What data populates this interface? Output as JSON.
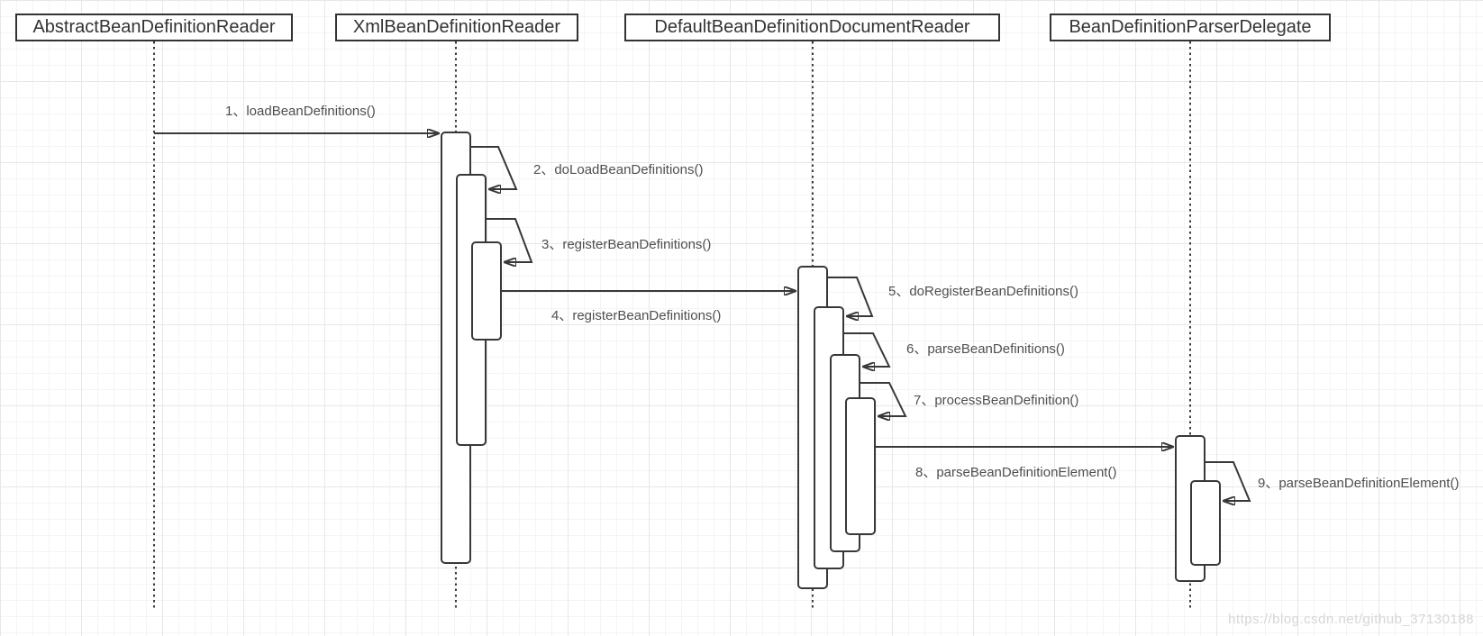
{
  "diagram": {
    "type": "uml-sequence",
    "actors": [
      {
        "label": "AbstractBeanDefinitionReader"
      },
      {
        "label": "XmlBeanDefinitionReader"
      },
      {
        "label": "DefaultBeanDefinitionDocumentReader"
      },
      {
        "label": "BeanDefinitionParserDelegate"
      }
    ],
    "messages": [
      {
        "label": "1、loadBeanDefinitions()",
        "from": "AbstractBeanDefinitionReader",
        "to": "XmlBeanDefinitionReader",
        "kind": "call"
      },
      {
        "label": "2、doLoadBeanDefinitions()",
        "from": "XmlBeanDefinitionReader",
        "to": "XmlBeanDefinitionReader",
        "kind": "self-call"
      },
      {
        "label": "3、registerBeanDefinitions()",
        "from": "XmlBeanDefinitionReader",
        "to": "XmlBeanDefinitionReader",
        "kind": "self-call"
      },
      {
        "label": "4、registerBeanDefinitions()",
        "from": "XmlBeanDefinitionReader",
        "to": "DefaultBeanDefinitionDocumentReader",
        "kind": "call"
      },
      {
        "label": "5、doRegisterBeanDefinitions()",
        "from": "DefaultBeanDefinitionDocumentReader",
        "to": "DefaultBeanDefinitionDocumentReader",
        "kind": "self-call"
      },
      {
        "label": "6、parseBeanDefinitions()",
        "from": "DefaultBeanDefinitionDocumentReader",
        "to": "DefaultBeanDefinitionDocumentReader",
        "kind": "self-call"
      },
      {
        "label": "7、processBeanDefinition()",
        "from": "DefaultBeanDefinitionDocumentReader",
        "to": "DefaultBeanDefinitionDocumentReader",
        "kind": "self-call"
      },
      {
        "label": "8、parseBeanDefinitionElement()",
        "from": "DefaultBeanDefinitionDocumentReader",
        "to": "BeanDefinitionParserDelegate",
        "kind": "call"
      },
      {
        "label": "9、parseBeanDefinitionElement()",
        "from": "BeanDefinitionParserDelegate",
        "to": "BeanDefinitionParserDelegate",
        "kind": "self-call"
      }
    ],
    "watermark": "https://blog.csdn.net/github_37130188",
    "colors": {
      "background": "#ffffff",
      "grid_minor": "#f4f4f4",
      "grid_major": "#e7e7e7",
      "line": "#383838",
      "actor_border": "#333333",
      "actor_text": "#333333",
      "message_text": "#4f4f4f",
      "watermark_text": "#d6d6d6"
    }
  }
}
